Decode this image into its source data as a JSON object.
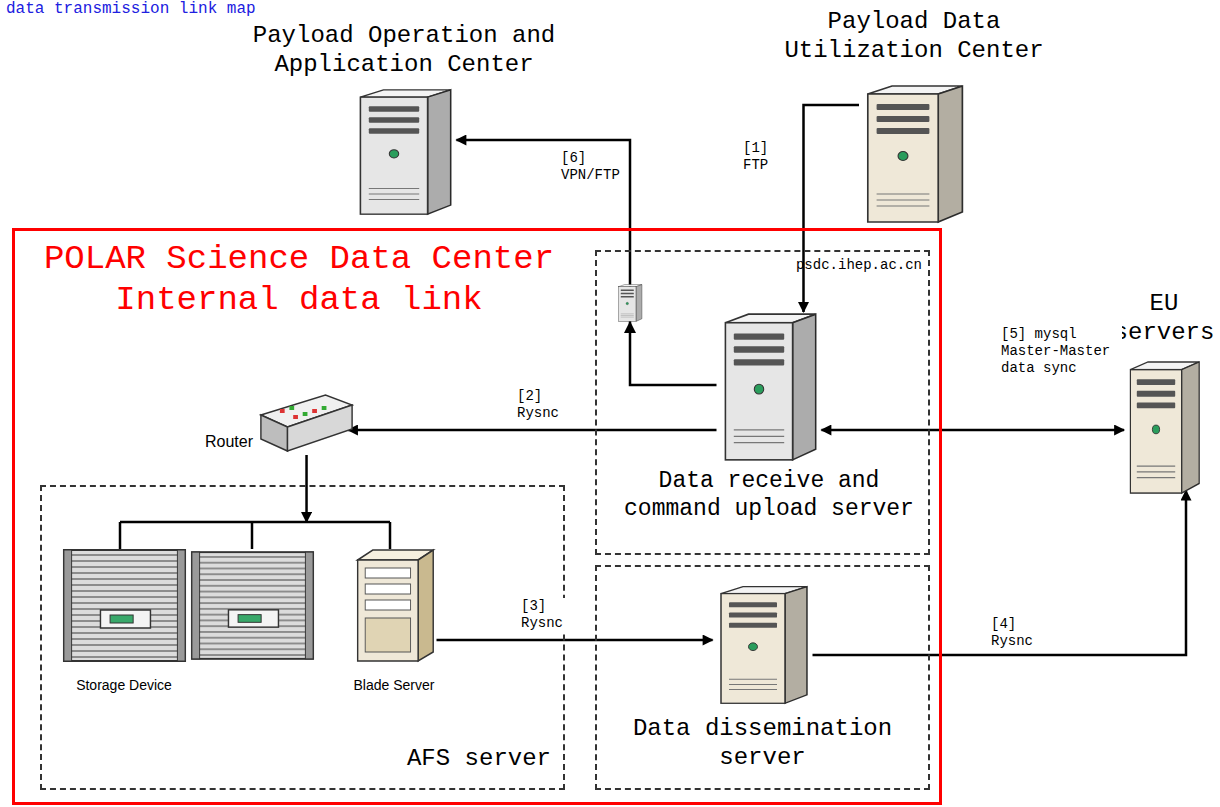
{
  "diagram": {
    "title": "data transmission link map",
    "nodes": [
      {
        "text": [
          "Payload Operation and Application Center"
        ]
      },
      {
        "text": [
          "Payload Data Utilization Center"
        ]
      },
      {
        "text": [
          "POLAR Science Data Center Internal data link"
        ]
      },
      {
        "text": [
          "psdc.ihep.ac.cn"
        ],
        "in": 2
      },
      {
        "text": [
          "Data receive and command upload server"
        ],
        "in": 3
      },
      {
        "text": [
          "Router"
        ],
        "in": 2
      },
      {
        "text": [
          "AFS server"
        ],
        "in": 2
      },
      {
        "text": [
          "Storage Device"
        ],
        "in": 6
      },
      {
        "text": [
          "Blade Server"
        ],
        "in": 6
      },
      {
        "text": [
          "Data dissemination server"
        ],
        "in": 2
      },
      {
        "text": [
          "EU servers"
        ]
      }
    ],
    "edges": [
      {
        "from": 1,
        "to": 4,
        "label": "[1] FTP",
        "arrow": "to"
      },
      {
        "from": 4,
        "to": 0,
        "label": "[6] VPN/FTP",
        "arrow": "to"
      },
      {
        "from": 4,
        "to": 5,
        "label": "[2] Rysnc",
        "arrow": "to"
      },
      {
        "from": 5,
        "to": 6,
        "arrow": "to"
      },
      {
        "from": 8,
        "to": 9,
        "label": "[3] Rysnc",
        "arrow": "to"
      },
      {
        "from": 9,
        "to": 10,
        "label": "[4] Rysnc",
        "arrow": "to"
      },
      {
        "from": 4,
        "to": 10,
        "label": "[5] mysql Master-Master data sync",
        "arrow": "both"
      }
    ]
  }
}
